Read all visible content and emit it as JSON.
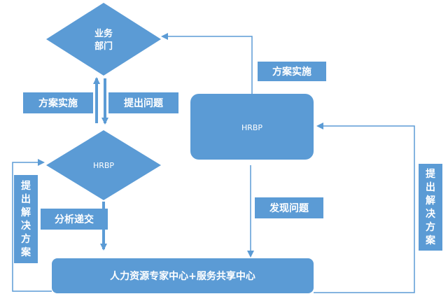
{
  "nodes": {
    "business_dept": {
      "line1": "业务",
      "line2": "部门"
    },
    "hrbp_diamond": "HRBP",
    "hrbp_box": "HRBP",
    "center": "人力资源专家中心+服务共享中心"
  },
  "labels": {
    "plan_implement_left": "方案实施",
    "raise_issue": "提出问题",
    "plan_implement_right": "方案实施",
    "analyze_submit": "分析递交",
    "discover_issue": "发现问题",
    "propose_solution_left": [
      "提",
      "出",
      "解",
      "决",
      "方",
      "案"
    ],
    "propose_solution_right": [
      "提",
      "出",
      "解",
      "决",
      "方",
      "案"
    ]
  },
  "colors": {
    "shape_fill": "#5b9bd5",
    "text": "#ffffff",
    "line": "#5b9bd5"
  }
}
